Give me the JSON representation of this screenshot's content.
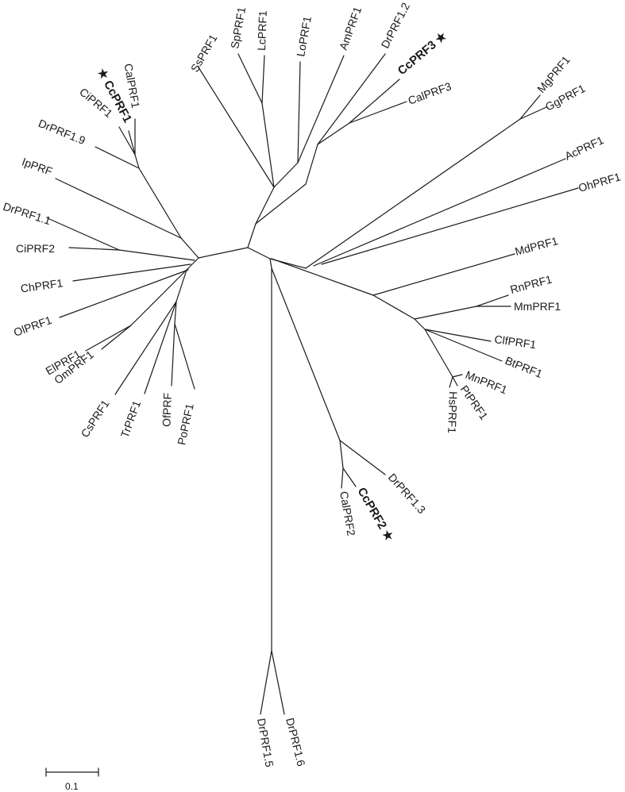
{
  "tree": {
    "leaves": [
      {
        "id": "ssprf1",
        "label": "SsPRF1",
        "star": false
      },
      {
        "id": "spprf1",
        "label": "SpPRF1",
        "star": false
      },
      {
        "id": "lcprf1",
        "label": "LcPRF1",
        "star": false
      },
      {
        "id": "loprf1",
        "label": "LoPRF1",
        "star": false
      },
      {
        "id": "amprf1",
        "label": "AmPRF1",
        "star": false
      },
      {
        "id": "drprf1_2",
        "label": "DrPRF1.2",
        "star": false
      },
      {
        "id": "ccprf3",
        "label": "CcPRF3",
        "star": true
      },
      {
        "id": "calprf3",
        "label": "CalPRF3",
        "star": false
      },
      {
        "id": "mgprf1",
        "label": "MgPRF1",
        "star": false
      },
      {
        "id": "ggprf1",
        "label": "GgPRF1",
        "star": false
      },
      {
        "id": "acprf1",
        "label": "AcPRF1",
        "star": false
      },
      {
        "id": "ohprf1",
        "label": "OhPRF1",
        "star": false
      },
      {
        "id": "mdprf1",
        "label": "MdPRF1",
        "star": false
      },
      {
        "id": "rnprf1",
        "label": "RnPRF1",
        "star": false
      },
      {
        "id": "mmprf1",
        "label": "MmPRF1",
        "star": false
      },
      {
        "id": "clfprf1",
        "label": "ClfPRF1",
        "star": false
      },
      {
        "id": "btprf1",
        "label": "BtPRF1",
        "star": false
      },
      {
        "id": "mnprf1",
        "label": "MnPRF1",
        "star": false
      },
      {
        "id": "ptprf1",
        "label": "PtPRF1",
        "star": false
      },
      {
        "id": "hsprf1",
        "label": "HsPRF1",
        "star": false
      },
      {
        "id": "drprf1_3",
        "label": "DrPRF1.3",
        "star": false
      },
      {
        "id": "ccprf2",
        "label": "CcPRF2",
        "star": true
      },
      {
        "id": "calprf2",
        "label": "CalPRF2",
        "star": false
      },
      {
        "id": "drprf1_5",
        "label": "DrPRF1.5",
        "star": false
      },
      {
        "id": "drprf1_6",
        "label": "DrPRF1.6",
        "star": false
      },
      {
        "id": "poprf1",
        "label": "PoPRF1",
        "star": false
      },
      {
        "id": "ofprf",
        "label": "OfPRF",
        "star": false
      },
      {
        "id": "trprf1",
        "label": "TrPRF1",
        "star": false
      },
      {
        "id": "csprf1",
        "label": "CsPRF1",
        "star": false
      },
      {
        "id": "omprf1",
        "label": "OmPRF1",
        "star": false
      },
      {
        "id": "elprf1",
        "label": "ElPRF1",
        "star": false
      },
      {
        "id": "olprf1",
        "label": "OlPRF1",
        "star": false
      },
      {
        "id": "chprf1",
        "label": "ChPRF1",
        "star": false
      },
      {
        "id": "ciprf2",
        "label": "CiPRF2",
        "star": false
      },
      {
        "id": "drprf1_1",
        "label": "DrPRF1.1",
        "star": false
      },
      {
        "id": "ipprf",
        "label": "IpPRF",
        "star": false
      },
      {
        "id": "drprf1_9",
        "label": "DrPRF1.9",
        "star": false
      },
      {
        "id": "ciprf1",
        "label": "CiPRF1",
        "star": false
      },
      {
        "id": "ccprf1",
        "label": "CcPRF1",
        "star": true
      },
      {
        "id": "calprf1",
        "label": "CalPRF1",
        "star": false
      }
    ],
    "highlighted": [
      "CcPRF1",
      "CcPRF2",
      "CcPRF3"
    ],
    "star_glyph": "★",
    "scale_bar": {
      "label": "0.1",
      "value": 0.1
    }
  },
  "colors": {
    "line": "#1a1a1a",
    "background": "#ffffff"
  }
}
